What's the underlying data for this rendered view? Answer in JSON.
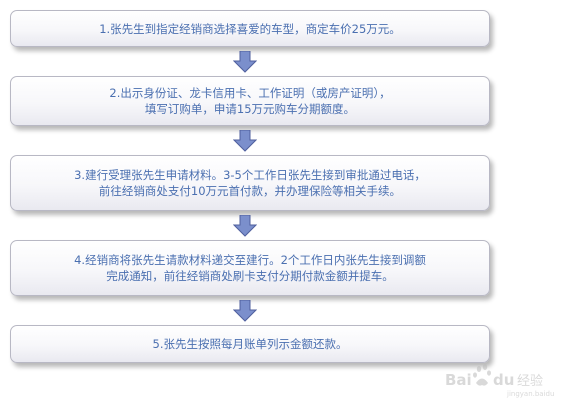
{
  "steps": [
    {
      "text": "1.张先生到指定经销商选择喜爱的车型，商定车价25万元。"
    },
    {
      "text": "2.出示身份证、龙卡信用卡、工作证明（或房产证明），\n填写订购单，申请15万元购车分期额度。"
    },
    {
      "text": "3.建行受理张先生申请材料。3-5个工作日张先生接到审批通过电话，\n前往经销商处支付10万元首付款，并办理保险等相关手续。"
    },
    {
      "text": "4.经销商将张先生请款材料递交至建行。2个工作日内张先生接到调额\n完成通知，前往经销商处刷卡支付分期付款金额并提车。"
    },
    {
      "text": "5.张先生按照每月账单列示金额还款。"
    }
  ],
  "colors": {
    "text": "#4a6fb0",
    "arrow_fill": "#7b8fcc",
    "arrow_stroke": "#4f5f9e",
    "box_border": "#b8b8c4"
  },
  "watermark": {
    "logo_text": "Bai du 经验",
    "url": "jingyan.baidu.com"
  }
}
